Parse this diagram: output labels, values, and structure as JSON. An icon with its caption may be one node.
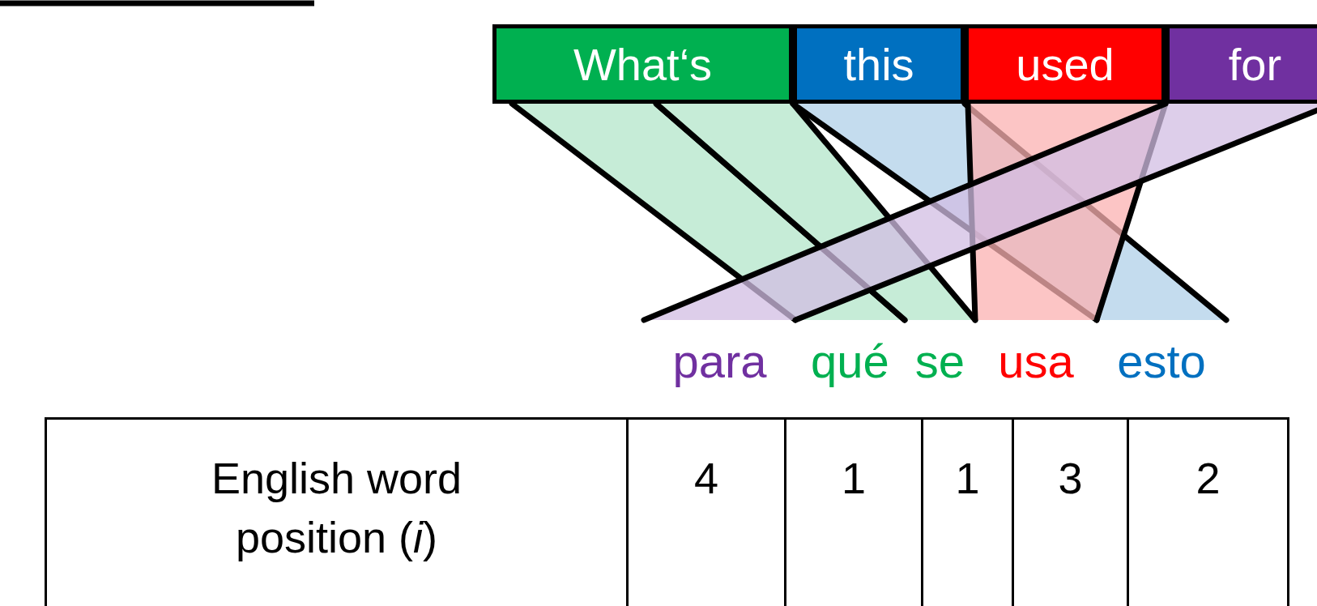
{
  "diagram": {
    "nodes": [
      {
        "text": [
          "What‘s"
        ]
      },
      {
        "text": [
          "this"
        ]
      },
      {
        "text": [
          "used"
        ]
      },
      {
        "text": [
          "for"
        ]
      },
      {
        "text": [
          "para"
        ]
      },
      {
        "text": [
          "qué"
        ]
      },
      {
        "text": [
          "se"
        ]
      },
      {
        "text": [
          "usa"
        ]
      },
      {
        "text": [
          "esto"
        ]
      }
    ],
    "edges": [
      {
        "from": 0,
        "to": 5,
        "arrow": "none"
      },
      {
        "from": 0,
        "to": 6,
        "arrow": "none"
      },
      {
        "from": 1,
        "to": 8,
        "arrow": "none"
      },
      {
        "from": 2,
        "to": 7,
        "arrow": "none"
      },
      {
        "from": 3,
        "to": 4,
        "arrow": "none"
      }
    ],
    "labels": [
      "English word position (*i*)",
      "4",
      "1",
      "1",
      "3",
      "2"
    ]
  }
}
